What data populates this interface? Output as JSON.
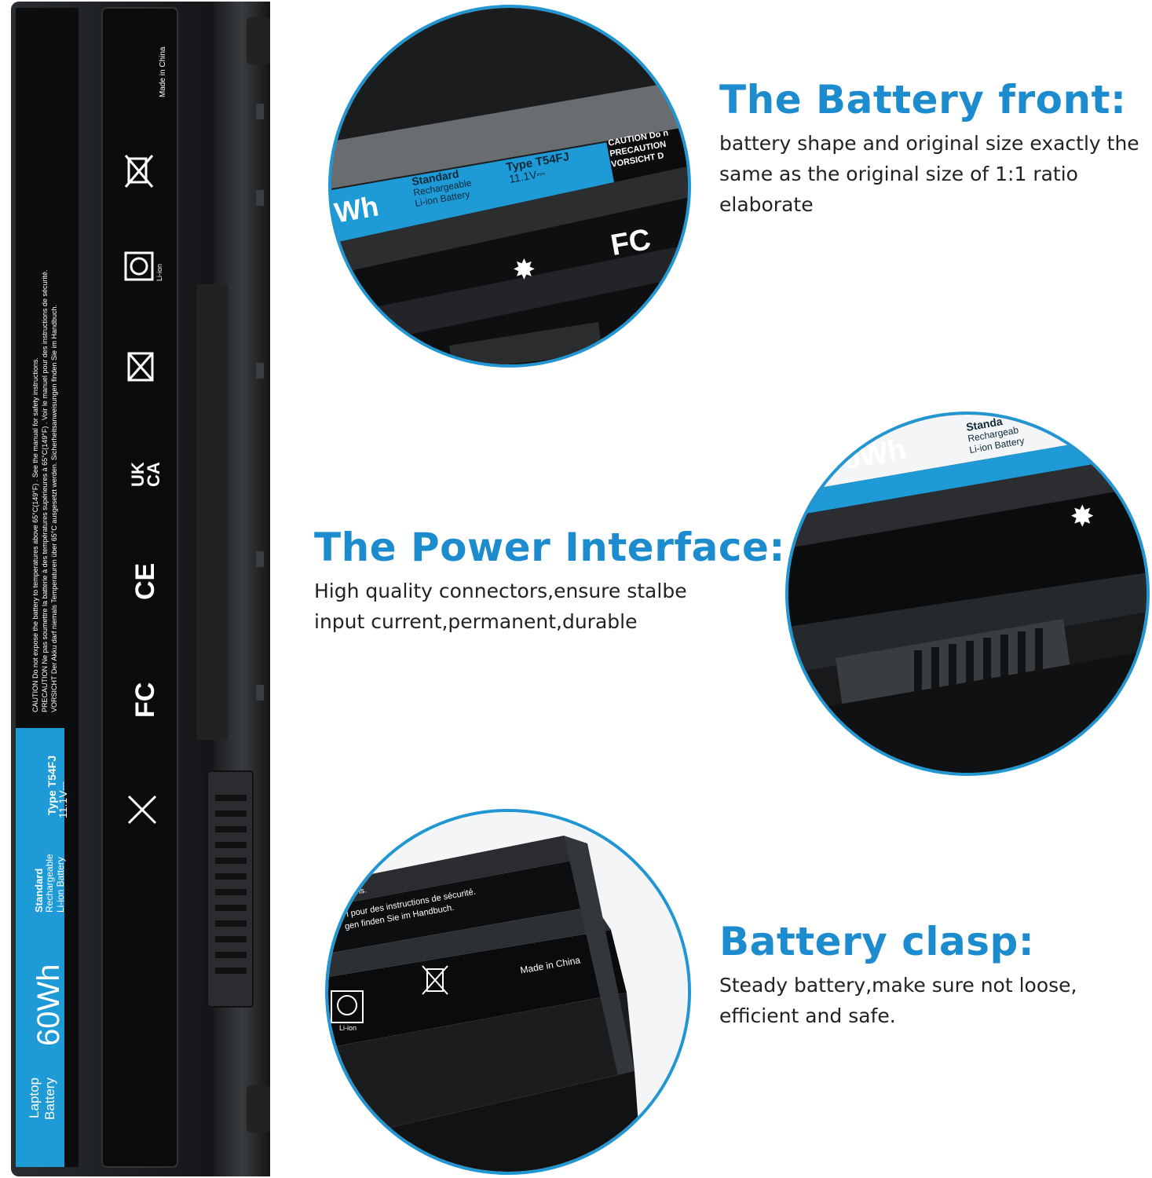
{
  "battery_label": {
    "line1": "Laptop",
    "line2": "Battery",
    "capacity": "60Wh",
    "standard": "Standard",
    "rechargeable": "Rechargeable",
    "chemistry": "Li-ion Battery",
    "type": "Type T54FJ",
    "voltage": "11.1V⎓",
    "caution": "CAUTION Do not expose the battery to temperatures above 65°C(149°F) . See the manual for safety instructions.",
    "precaution": "PRECAUTION Ne pas soumettre la batterie à des températures supérieures à 65°C(149°F) . Voir le manuel pour des instructions de sécurité.",
    "vorsicht": "VORSICHT Der Akku darf niemals Temperaturen über 65°C ausgesetzt werden. Sicherheitsanweisungen finden Sie im Handbuch.",
    "made_in": "Made in China",
    "marks": [
      "FC",
      "CE",
      "UK CA",
      "Li-ion"
    ]
  },
  "zoom_front": {
    "capacity_fragment": "Wh",
    "standard": "Standard",
    "rechargeable": "Rechargeable",
    "chemistry": "Li-ion Battery",
    "type": "Type T54FJ",
    "voltage": "11.1V⎓",
    "caution": "CAUTION Do n",
    "precaution": "PRECAUTION",
    "vorsicht": "VORSICHT  D",
    "fc": "FC"
  },
  "zoom_interface": {
    "capacity_fragment": "0Wh",
    "standard": "Standa",
    "rechargeable": "Rechargeab",
    "chemistry": "Li-ion Battery"
  },
  "zoom_clasp": {
    "line1": "ons.",
    "line2": "l pour des instructions de sécurité.",
    "line3": "gen finden Sie im Handbuch.",
    "made_in": "Made in China",
    "li_ion": "Li-ion"
  },
  "features": [
    {
      "title": "The Battery front:",
      "description": "battery shape and original size exactly the same as the original size of 1:1 ratio elaborate"
    },
    {
      "title": "The Power Interface:",
      "description": "High quality connectors,ensure stalbe input current,permanent,durable"
    },
    {
      "title": "Battery clasp:",
      "description": "Steady battery,make sure not loose, efficient and safe."
    }
  ],
  "colors": {
    "accent": "#1c8ccf",
    "circle_border": "#2196d3",
    "label_blue": "#1e9ad6",
    "battery_black": "#16181a"
  }
}
